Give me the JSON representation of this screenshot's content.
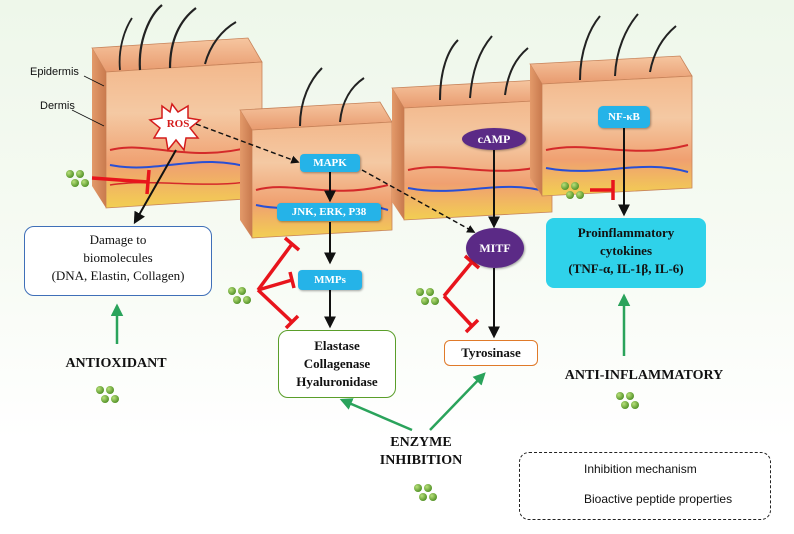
{
  "labels": {
    "epidermis": "Epidermis",
    "dermis": "Dermis"
  },
  "nodes": {
    "ros": "ROS",
    "mapk": "MAPK",
    "jnk": "JNK, ERK, P38",
    "mmps": "MMPs",
    "camp": "cAMP",
    "mitf": "MITF",
    "nfkb": "NF-κB"
  },
  "boxes": {
    "damage": [
      "Damage to",
      "biomolecules",
      "(DNA, Elastin, Collagen)"
    ],
    "enzymes": [
      "Elastase",
      "Collagenase",
      "Hyaluronidase"
    ],
    "tyrosinase": "Tyrosinase",
    "cytokines": [
      "Proinflammatory",
      "cytokines",
      "(TNF-α, IL-1β, IL-6)"
    ]
  },
  "properties": {
    "antioxidant": "ANTIOXIDANT",
    "enzyme_inhibition": [
      "ENZYME",
      "INHIBITION"
    ],
    "anti_inflammatory": "ANTI-INFLAMMATORY"
  },
  "legend": {
    "inhibition": "Inhibition mechanism",
    "peptide": "Bioactive peptide properties"
  },
  "colors": {
    "inhibition": "#e8141c",
    "activation": "#111111",
    "property_arrow": "#2aa35b",
    "peptide": "#6fae3a",
    "node_blue": "#25b3e8",
    "node_purple": "#5b2a86"
  }
}
